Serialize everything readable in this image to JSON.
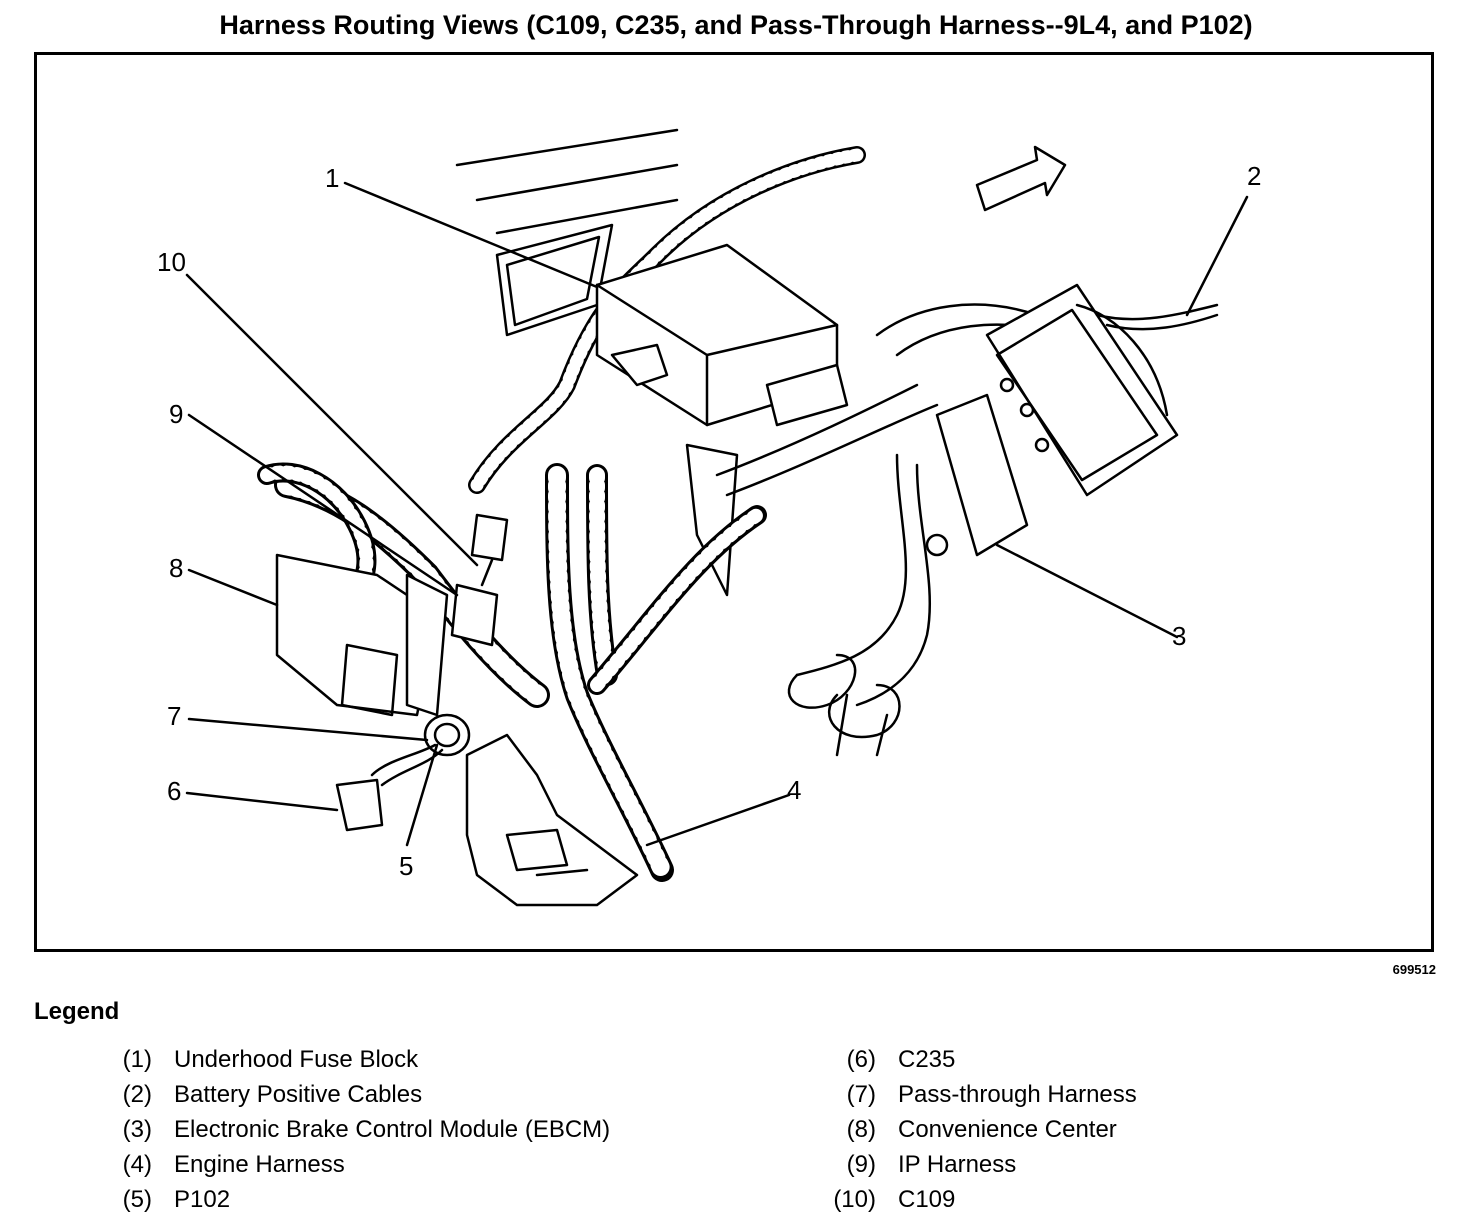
{
  "title": "Harness Routing Views (C109, C235, and Pass-Through Harness--9L4, and P102)",
  "figure_id": "699512",
  "callouts": [
    "1",
    "2",
    "3",
    "4",
    "5",
    "6",
    "7",
    "8",
    "9",
    "10"
  ],
  "legend": {
    "heading": "Legend",
    "left": [
      {
        "num": "(1)",
        "text": "Underhood Fuse Block"
      },
      {
        "num": "(2)",
        "text": "Battery Positive Cables"
      },
      {
        "num": "(3)",
        "text": "Electronic Brake Control Module (EBCM)"
      },
      {
        "num": "(4)",
        "text": "Engine Harness"
      },
      {
        "num": "(5)",
        "text": "P102"
      }
    ],
    "right": [
      {
        "num": "(6)",
        "text": "C235"
      },
      {
        "num": "(7)",
        "text": "Pass-through Harness"
      },
      {
        "num": "(8)",
        "text": "Convenience Center"
      },
      {
        "num": "(9)",
        "text": "IP Harness"
      },
      {
        "num": "(10)",
        "text": "C109"
      }
    ]
  }
}
